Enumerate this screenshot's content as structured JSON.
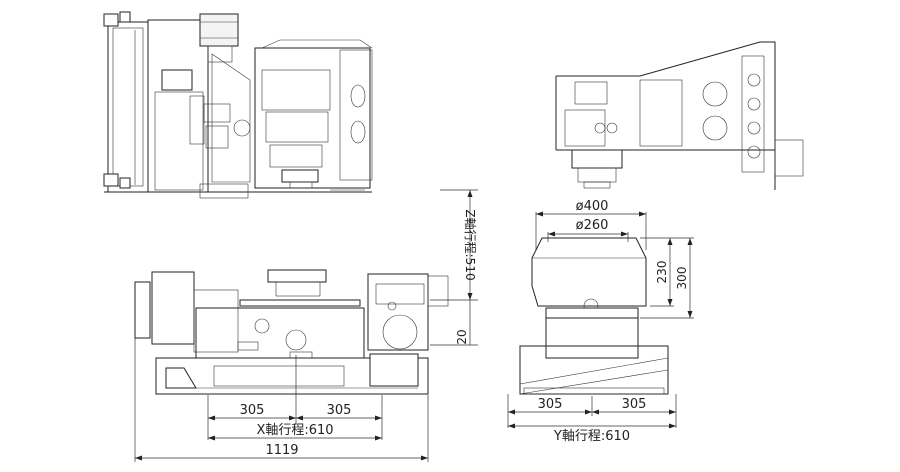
{
  "dimensions": {
    "bottom_total": "1119",
    "x_half_left": "305",
    "x_half_right": "305",
    "x_travel": "X軸行程:610",
    "y_half_left": "305",
    "y_half_right": "305",
    "y_travel": "Y軸行程:610",
    "z_travel": "Z軸行程:510",
    "z_offset": "20",
    "table_outer_dia": "ø400",
    "table_inner_dia": "ø260",
    "height_inner": "230",
    "height_outer": "300"
  }
}
